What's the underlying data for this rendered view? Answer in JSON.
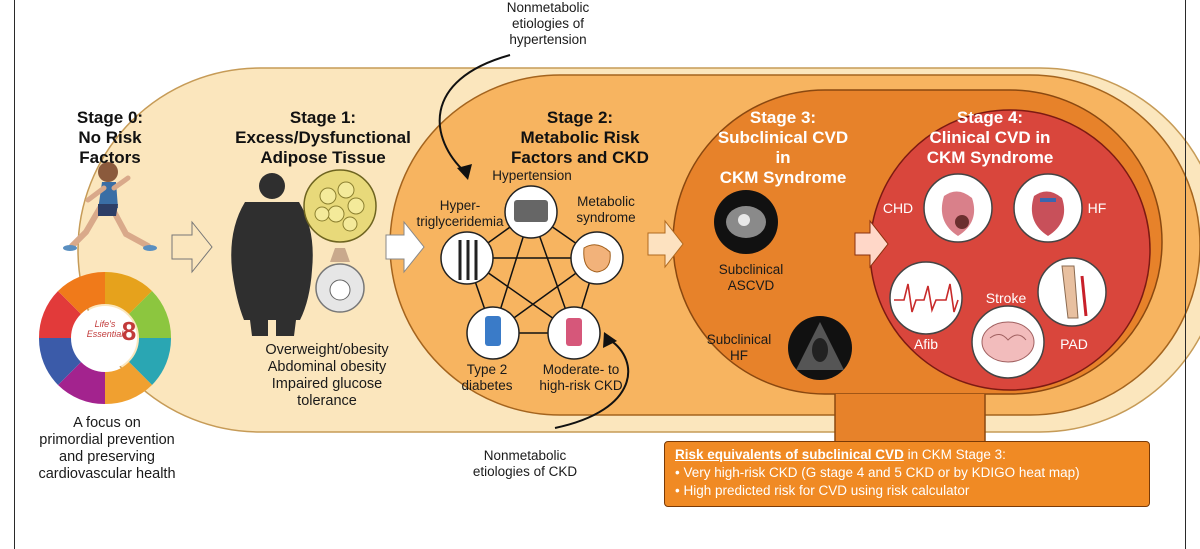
{
  "stage0": {
    "title_line1": "Stage 0:",
    "title_line2": "No Risk Factors",
    "logo_line1": "Life's",
    "logo_line2": "Essential",
    "logo_num": "8",
    "focus": [
      "A focus on",
      "primordial prevention",
      "and preserving",
      "cardiovascular health"
    ]
  },
  "stage1": {
    "title_lines": [
      "Stage 1:",
      "Excess/Dysfunctional",
      "Adipose Tissue"
    ],
    "conditions": [
      "Overweight/obesity",
      "Abdominal obesity",
      "Impaired glucose",
      "tolerance"
    ]
  },
  "stage2": {
    "title_lines": [
      "Stage 2:",
      "Metabolic Risk",
      "Factors and CKD"
    ],
    "hypertension": "Hypertension",
    "hypertg_line1": "Hyper-",
    "hypertg_line2": "triglyceridemia",
    "metabolic_line1": "Metabolic",
    "metabolic_line2": "syndrome",
    "t2d_line1": "Type 2",
    "t2d_line2": "diabetes",
    "ckd_line1": "Moderate- to",
    "ckd_line2": "high-risk CKD"
  },
  "top_note": [
    "Nonmetabolic",
    "etiologies of",
    "hypertension"
  ],
  "bottom_note": [
    "Nonmetabolic",
    "etiologies of CKD"
  ],
  "stage3": {
    "title_lines": [
      "Stage 3:",
      "Subclinical CVD in",
      "CKM Syndrome"
    ],
    "ascvd_line1": "Subclinical",
    "ascvd_line2": "ASCVD",
    "hf_line1": "Subclinical",
    "hf_line2": "HF"
  },
  "stage4": {
    "title_lines": [
      "Stage 4:",
      "Clinical CVD in",
      "CKM Syndrome"
    ],
    "chd": "CHD",
    "hf": "HF",
    "stroke": "Stroke",
    "afib": "Afib",
    "pad": "PAD"
  },
  "risk_panel": {
    "heading_underlined": "Risk equivalents of subclinical CVD",
    "heading_rest": " in CKM Stage 3:",
    "bullets": [
      "• Very high-risk CKD (G stage 4 and 5 CKD or by KDIGO heat map)",
      "• High predicted risk for CVD using risk calculator"
    ]
  },
  "colors": {
    "stage1_fill": "#fbe6bd",
    "stage2_fill": "#f7b460",
    "stage3_fill": "#e7822a",
    "stage4_fill": "#d9463c",
    "panel_fill": "#f08a24"
  }
}
